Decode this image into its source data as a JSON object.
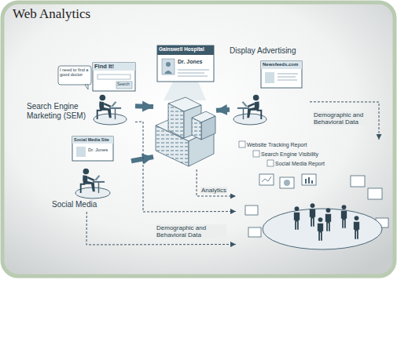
{
  "diagram": {
    "title": "Web Analytics",
    "nodes": [
      {
        "text": [
          "Search Engine Marketing (SEM)"
        ]
      },
      {
        "text": [
          "Gainswell Hospital",
          "Dr. Jones"
        ]
      },
      {
        "text": [
          "Display Advertising"
        ]
      },
      {
        "text": [
          "Social Media"
        ]
      },
      {
        "text": [
          "Website Tracking Report",
          "Search Engine Visibility",
          "Social Media Report"
        ]
      }
    ],
    "edges": [
      {
        "from": 0,
        "to": 1,
        "arrow": "to"
      },
      {
        "from": 2,
        "to": 1,
        "arrow": "to"
      },
      {
        "from": 3,
        "to": 1,
        "arrow": "to"
      },
      {
        "from": 1,
        "to": 4,
        "label": "Analytics",
        "arrow": "to"
      },
      {
        "from": 2,
        "to": 4,
        "label": "Demographic and Behavioral Data",
        "arrow": "to"
      },
      {
        "from": 3,
        "to": 4,
        "label": "Demographic and Behavioral Data",
        "arrow": "to"
      },
      {
        "from": 0,
        "to": 4,
        "arrow": "to"
      }
    ],
    "labels": [
      "I need to find a good doctor",
      "Find It!",
      "Search",
      "Newsfeeds.com",
      "Social Media Site",
      "Dr. Jones"
    ]
  }
}
